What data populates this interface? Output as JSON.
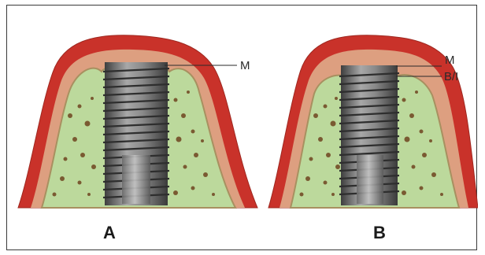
{
  "figure": {
    "panels": [
      {
        "id": "A",
        "letter": "A",
        "callouts": [
          "M"
        ]
      },
      {
        "id": "B",
        "letter": "B",
        "callouts": [
          "M",
          "B/I"
        ]
      }
    ]
  },
  "colors": {
    "gingiva_outer": "#c9322a",
    "gingiva_inner": "#d98e70",
    "soft_tissue": "#e3a98a",
    "bone": "#b9d79a",
    "bone_dark": "#8fae6e",
    "bone_speckle": "#7a5a32",
    "implant_light": "#9a9a9a",
    "implant_dark": "#4a4a4a"
  }
}
